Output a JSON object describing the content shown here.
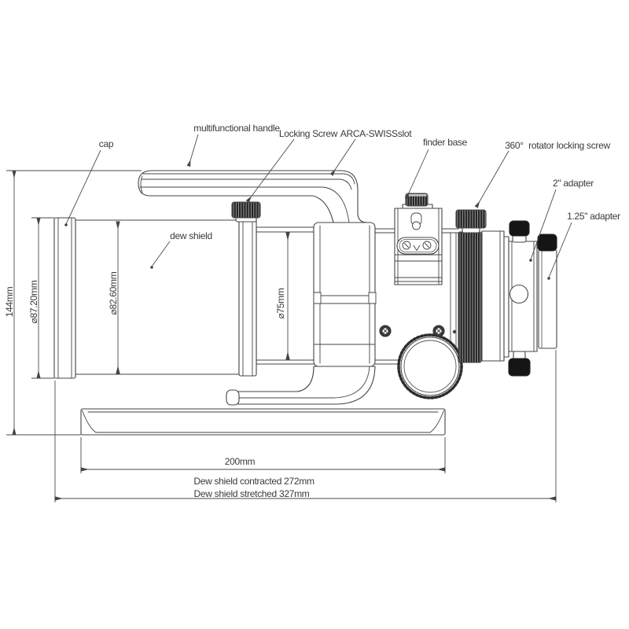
{
  "diagram": {
    "type": "technical-drawing",
    "subject": "apochromatic refractor telescope side view with dimensions",
    "labels": {
      "cap": "cap",
      "handle": "multifunctional handle",
      "locking_screw": "Locking Screw",
      "arca": "ARCA-SWISSslot",
      "finder": "finder base",
      "rotator_deg": "360°",
      "rotator_screw": "rotator locking screw",
      "adapter2": "2\" adapter",
      "adapter125": "1.25\" adapter",
      "dew_shield": "dew shield"
    },
    "dimensions": {
      "overall_height": "144mm",
      "cap_diameter": "⌀87.20mm",
      "shield_diameter": "⌀82.60mm",
      "tube_diameter": "⌀75mm",
      "plate_length": "200mm",
      "contracted": "Dew shield contracted 272mm",
      "stretched": "Dew shield stretched 327mm"
    },
    "colors": {
      "line": "#444444",
      "background": "#ffffff",
      "knurl_dark": "#222222",
      "knurl_light": "#999999",
      "solid_black": "#151515"
    }
  }
}
